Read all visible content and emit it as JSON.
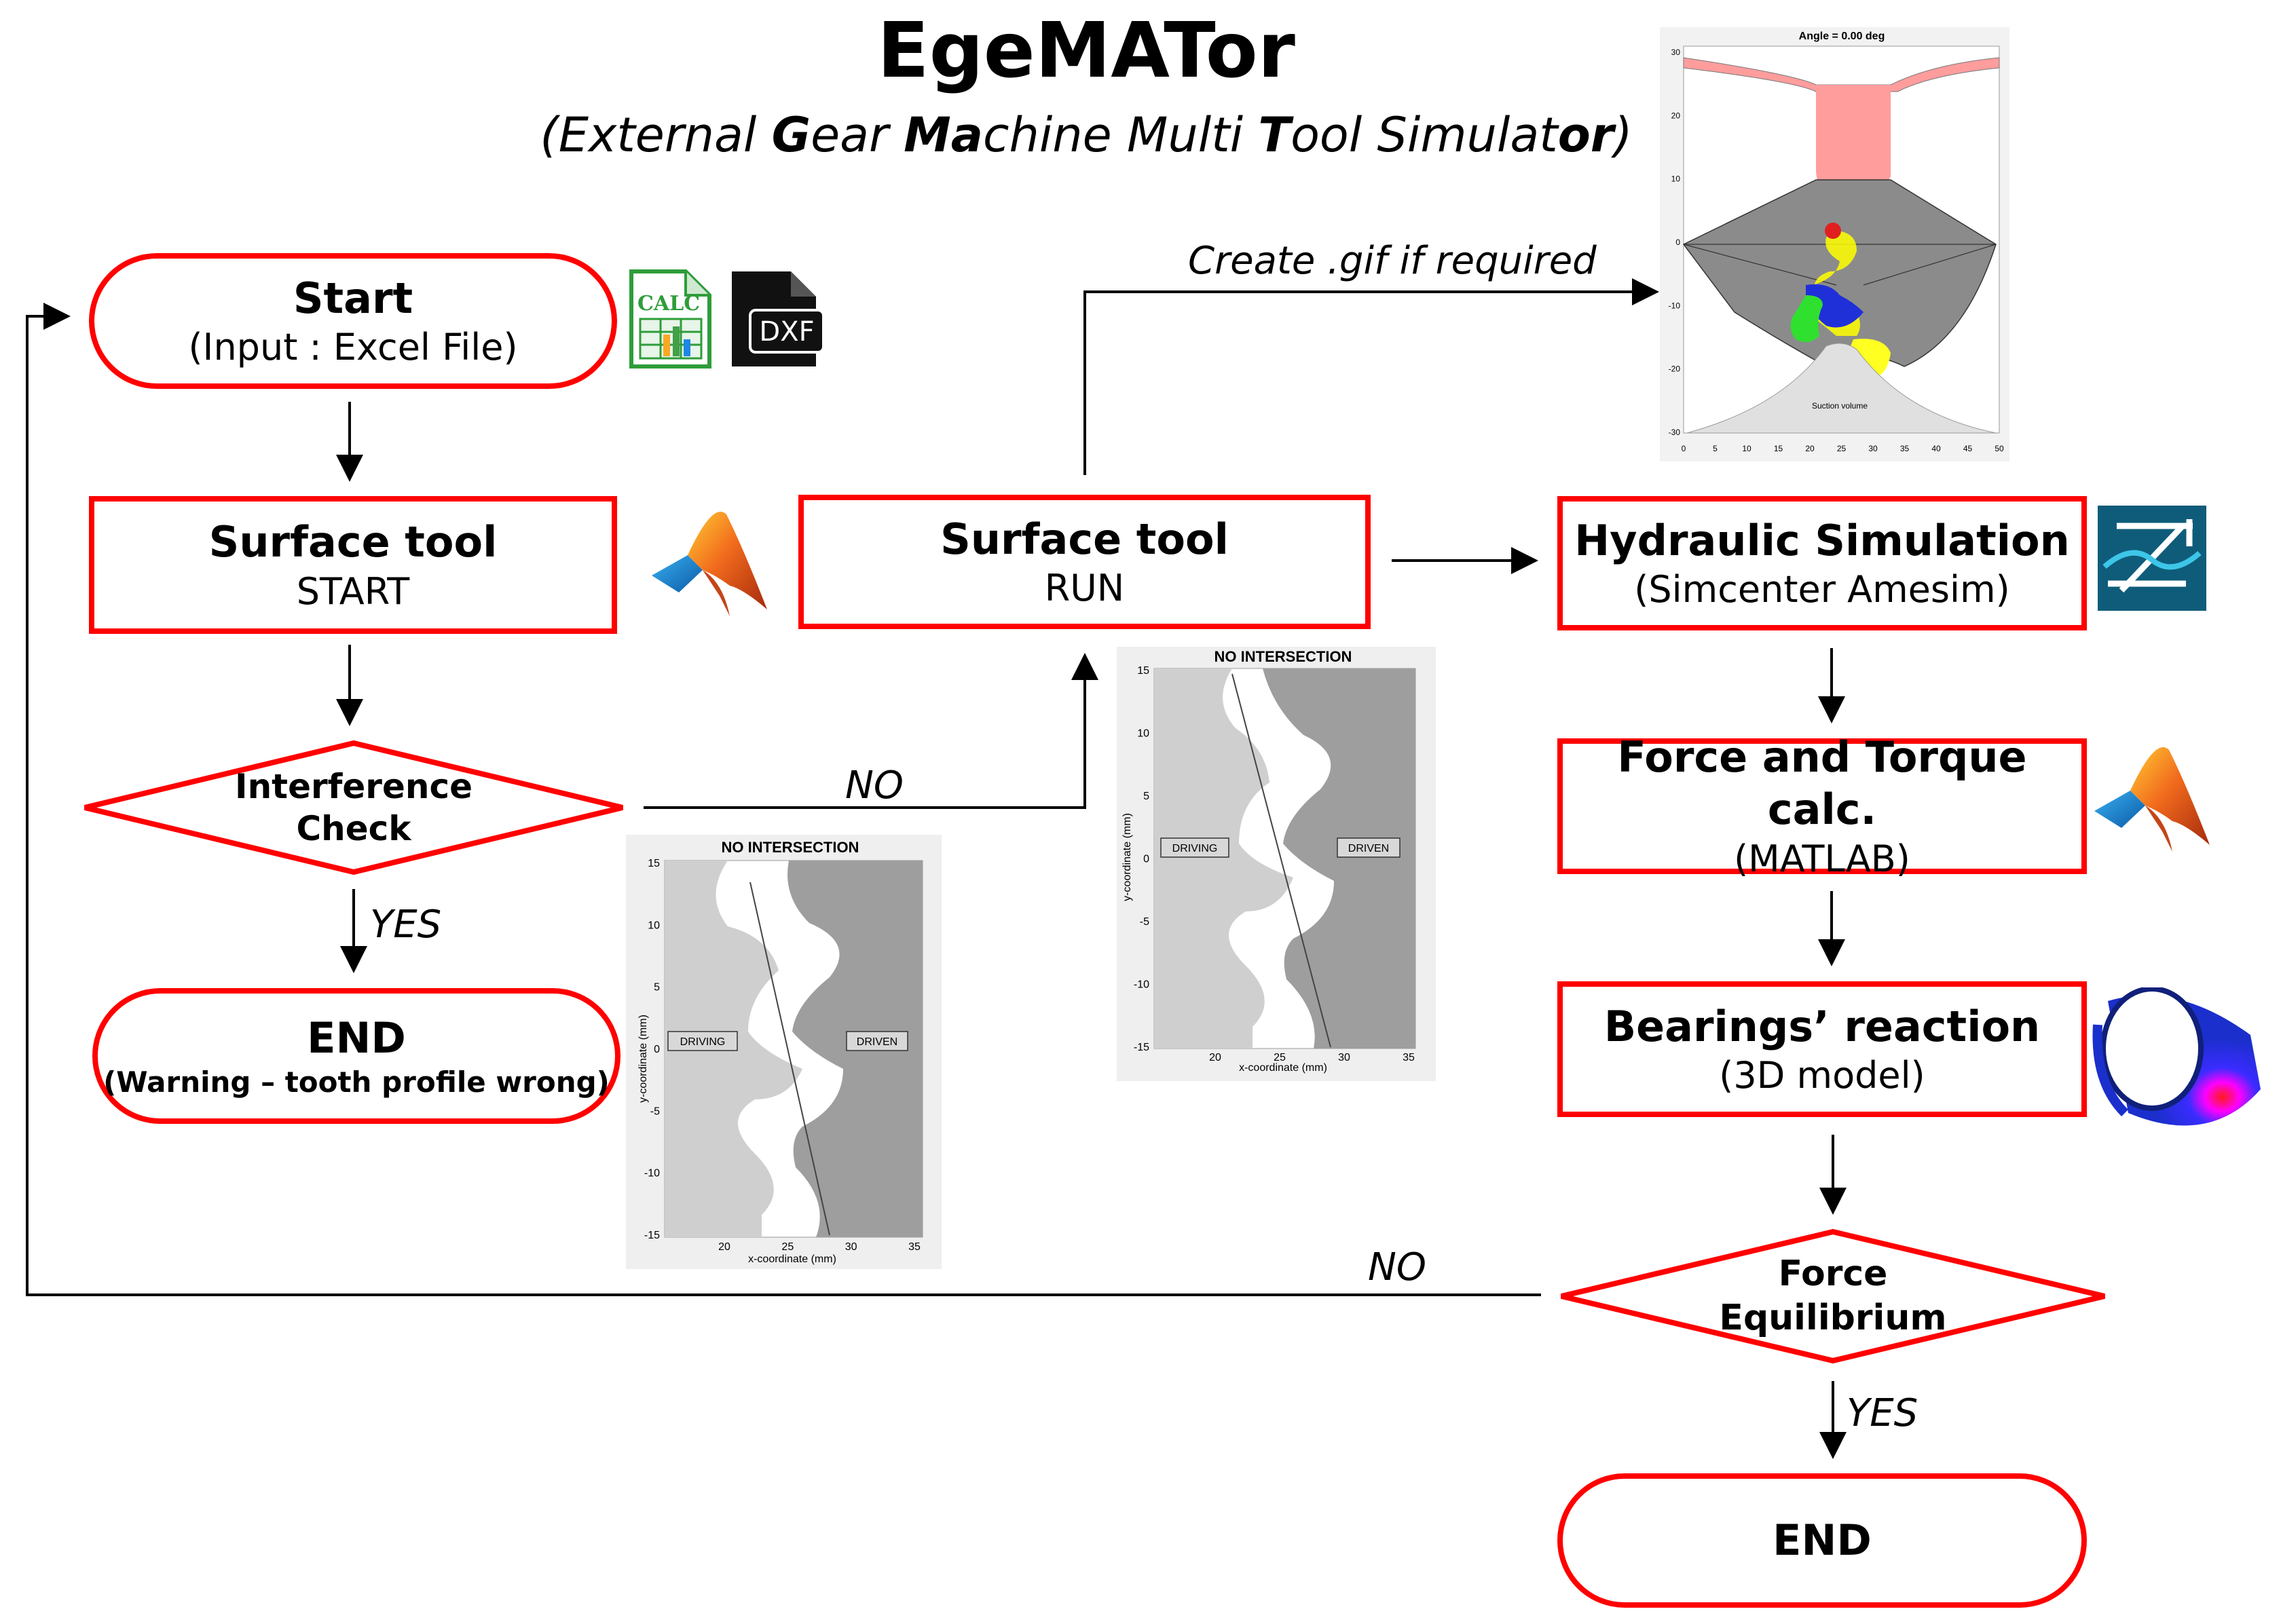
{
  "header": {
    "title": "EgeMATor",
    "subtitle_parts": [
      {
        "text": "(",
        "bold": false
      },
      {
        "text": "E",
        "bold": false
      },
      {
        "text": "xternal ",
        "bold": false
      },
      {
        "text": "G",
        "bold": true
      },
      {
        "text": "e",
        "bold": false
      },
      {
        "text": "ar ",
        "bold": false
      },
      {
        "text": "Ma",
        "bold": true
      },
      {
        "text": "chine Multi ",
        "bold": false
      },
      {
        "text": "T",
        "bold": true
      },
      {
        "text": "ool Simulat",
        "bold": false
      },
      {
        "text": "or",
        "bold": true
      },
      {
        "text": ")",
        "bold": false
      }
    ]
  },
  "nodes": {
    "start": {
      "title": "Start",
      "subtitle": "(Input : Excel File)"
    },
    "surface_start": {
      "title": "Surface tool",
      "subtitle": "START"
    },
    "interference": {
      "title_line1": "Interference",
      "title_line2": "Check"
    },
    "end_warning": {
      "title": "END",
      "subtitle": "(Warning – tooth profile wrong)"
    },
    "surface_run": {
      "title": "Surface tool",
      "subtitle": "RUN"
    },
    "hydraulic": {
      "title": "Hydraulic Simulation",
      "subtitle": "(Simcenter Amesim)"
    },
    "force_torque": {
      "title": "Force and Torque  calc.",
      "subtitle": "(MATLAB)"
    },
    "bearings": {
      "title": "Bearings’ reaction",
      "subtitle": "(3D model)"
    },
    "force_eq": {
      "title_line1": "Force",
      "title_line2": "Equilibrium"
    },
    "end_final": {
      "title": "END"
    }
  },
  "edges": {
    "interference_no": "NO",
    "interference_yes": "YES",
    "gif": "Create .gif if required",
    "force_no": "NO",
    "force_yes": "YES"
  },
  "icons": {
    "calc_label": "CALC",
    "dxf_label": "DXF"
  },
  "plot_small_1": {
    "title": "NO INTERSECTION",
    "xlabel": "x-coordinate (mm)",
    "ylabel": "y-coordinate (mm)",
    "x_ticks": [
      "20",
      "25",
      "30",
      "35"
    ],
    "y_ticks": [
      "15",
      "10",
      "5",
      "0",
      "-5",
      "-10",
      "-15"
    ],
    "driving": "DRIVING",
    "driven": "DRIVEN"
  },
  "plot_small_2": {
    "title": "NO INTERSECTION",
    "xlabel": "x-coordinate (mm)",
    "ylabel": "y-coordinate (mm)",
    "x_ticks": [
      "20",
      "25",
      "30",
      "35"
    ],
    "y_ticks": [
      "15",
      "10",
      "5",
      "0",
      "-5",
      "-10",
      "-15"
    ],
    "driving": "DRIVING",
    "driven": "DRIVEN"
  },
  "plot_angle": {
    "title": "Angle = 0.00 deg",
    "x_ticks": [
      "0",
      "5",
      "10",
      "15",
      "20",
      "25",
      "30",
      "35",
      "40",
      "45",
      "50"
    ],
    "y_ticks": [
      "30",
      "20",
      "10",
      "0",
      "-10",
      "-20",
      "-30"
    ],
    "suction": "Suction volume"
  },
  "colors": {
    "box_stroke": "#ff0000",
    "line": "#000000"
  }
}
